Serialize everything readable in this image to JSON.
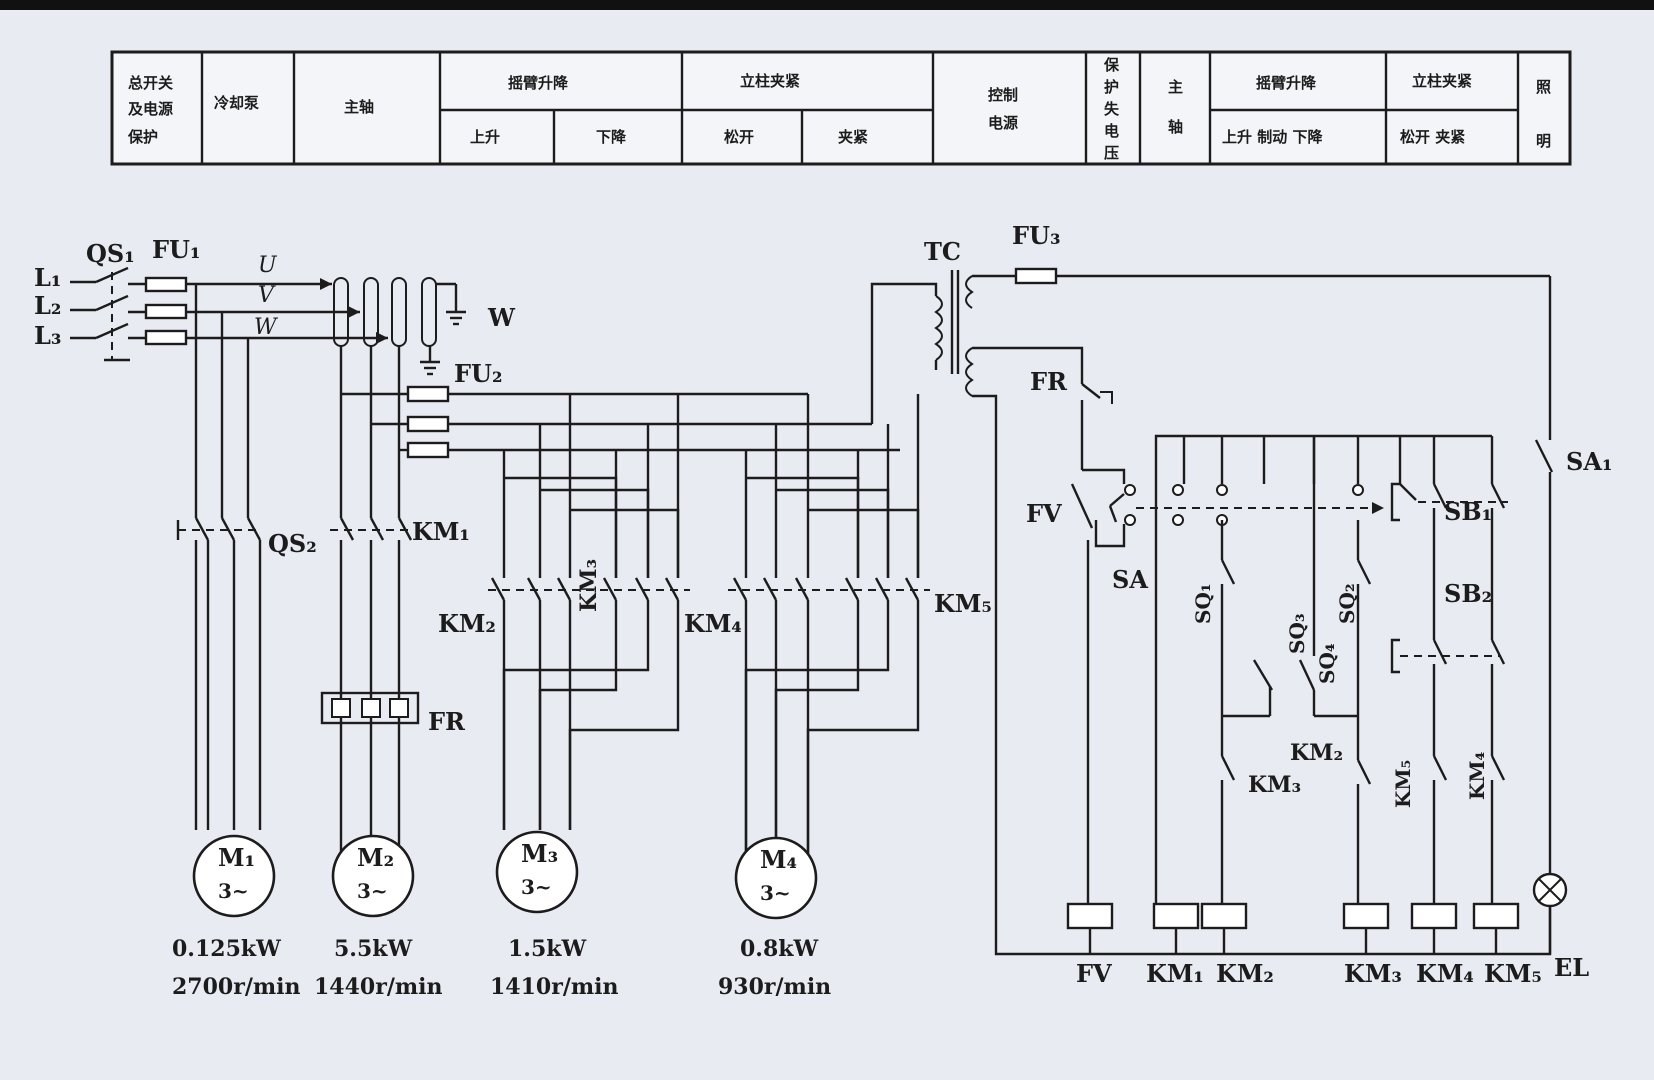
{
  "header_table": {
    "cells": [
      {
        "id": "h1",
        "lines": [
          "总开关",
          "及电源",
          "保护"
        ]
      },
      {
        "id": "h2",
        "lines": [
          "冷却泵"
        ]
      },
      {
        "id": "h3",
        "lines": [
          "主轴"
        ]
      },
      {
        "id": "h4",
        "lines": [
          "摇臂升降"
        ]
      },
      {
        "id": "h4a",
        "lines": [
          "上升"
        ]
      },
      {
        "id": "h4b",
        "lines": [
          "下降"
        ]
      },
      {
        "id": "h5",
        "lines": [
          "立柱夹紧"
        ]
      },
      {
        "id": "h5a",
        "lines": [
          "松开"
        ]
      },
      {
        "id": "h5b",
        "lines": [
          "夹紧"
        ]
      },
      {
        "id": "h6",
        "lines": [
          "控制",
          "电源"
        ]
      },
      {
        "id": "h7",
        "lines": [
          "保",
          "护",
          "失",
          "电",
          "压"
        ]
      },
      {
        "id": "h8",
        "lines": [
          "主",
          "轴"
        ]
      },
      {
        "id": "h9",
        "lines": [
          "摇臂升降"
        ]
      },
      {
        "id": "h9a",
        "lines": [
          "上升 制动 下降"
        ]
      },
      {
        "id": "h10",
        "lines": [
          "立柱夹紧"
        ]
      },
      {
        "id": "h10a",
        "lines": [
          "松开 夹紧"
        ]
      },
      {
        "id": "h11",
        "lines": [
          "照",
          "明"
        ]
      }
    ]
  },
  "labels": {
    "L1": "L₁",
    "L2": "L₂",
    "L3": "L₃",
    "QS1": "QS₁",
    "FU1": "FU₁",
    "U": "U",
    "V": "V",
    "W_phase": "W",
    "W_ground": "W",
    "FU2": "FU₂",
    "QS2": "QS₂",
    "KM1_power": "KM₁",
    "FR_power": "FR",
    "KM2_power": "KM₂",
    "KM3_power": "KM₃",
    "KM4_power": "KM₄",
    "KM5_power": "KM₅",
    "TC": "TC",
    "FU3": "FU₃",
    "FR_ctrl": "FR",
    "FV_ctrl": "FV",
    "SA": "SA",
    "SA1": "SA₁",
    "SB1": "SB₁",
    "SB2": "SB₂",
    "SQ1": "SQ₁",
    "SQ2": "SQ₂",
    "SQ3": "SQ₃",
    "SQ4": "SQ₄",
    "KM2_ctrl": "KM₂",
    "KM3_ctrl": "KM₃",
    "KM5_ctrl": "KM₅",
    "KM4_ctrl": "KM₄",
    "coil_FV": "FV",
    "coil_KM1": "KM₁",
    "coil_KM2": "KM₂",
    "coil_KM3": "KM₃",
    "coil_KM4": "KM₄",
    "coil_KM5": "KM₅",
    "lamp_EL": "EL"
  },
  "motors": [
    {
      "id": "M1",
      "name": "M₁",
      "type": "3~",
      "power": "0.125kW",
      "speed": "2700r/min"
    },
    {
      "id": "M2",
      "name": "M₂",
      "type": "3~",
      "power": "5.5kW",
      "speed": "1440r/min"
    },
    {
      "id": "M3",
      "name": "M₃",
      "type": "3~",
      "power": "1.5kW",
      "speed": "1410r/min"
    },
    {
      "id": "M4",
      "name": "M₄",
      "type": "3~",
      "power": "0.8kW",
      "speed": "930r/min"
    }
  ]
}
